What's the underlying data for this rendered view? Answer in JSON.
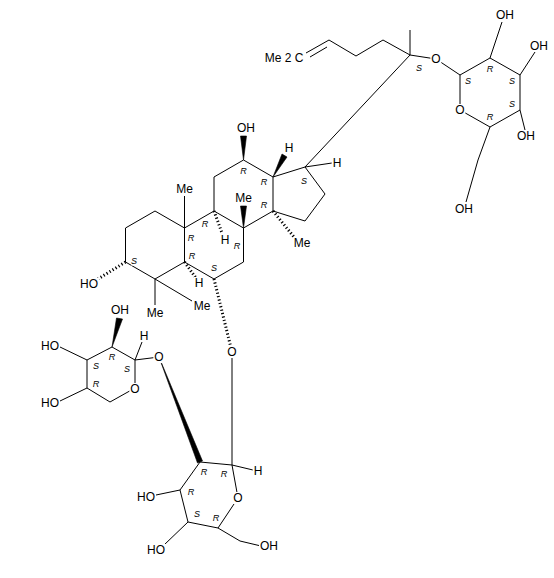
{
  "diagram": {
    "labels": [
      "OH",
      "OH",
      "S",
      "R",
      "S",
      "Me 2 C",
      "S",
      "O",
      "O",
      "S",
      "R",
      "OH",
      "OH",
      "H",
      "H",
      "S",
      "R",
      "R",
      "R",
      "OH",
      "Me",
      "Me",
      "R",
      "R",
      "R",
      "H",
      "Me",
      "S",
      "R",
      "HO",
      "H",
      "S",
      "Me",
      "Me",
      "OH",
      "H",
      "HO",
      "R",
      "S",
      "S",
      "O",
      "O",
      "HO",
      "R",
      "O",
      "R",
      "H",
      "R",
      "HO",
      "R",
      "O",
      "S",
      "R",
      "HO",
      "OH"
    ]
  }
}
